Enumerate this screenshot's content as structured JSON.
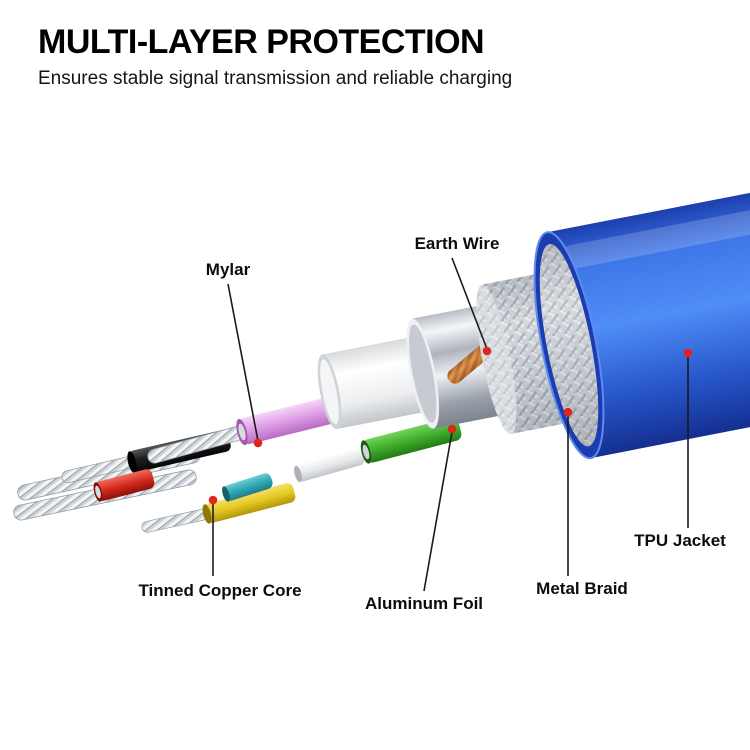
{
  "header": {
    "title": "MULTI-LAYER PROTECTION",
    "subtitle": "Ensures stable signal transmission and reliable charging"
  },
  "diagram": {
    "labels": {
      "mylar": "Mylar",
      "earth_wire": "Earth Wire",
      "tinned_copper_core": "Tinned Copper Core",
      "aluminum_foil": "Aluminum Foil",
      "metal_braid": "Metal Braid",
      "tpu_jacket": "TPU Jacket"
    },
    "colors": {
      "callout_dot": "#e0261b",
      "leader_line": "#1a1a1a",
      "tpu_jacket_blue": "#3a74e8",
      "metal_braid_silver": "#c9ced4",
      "aluminum_foil_silver": "#dfe3e7",
      "mylar_white": "#f2f3f5",
      "earth_wire_copper": "#c97a3a",
      "wire_pink": "#dd9ce3",
      "wire_black": "#222222",
      "wire_red": "#d42a1e",
      "wire_green": "#3fae2c",
      "wire_yellow": "#e5c822",
      "wire_teal": "#2fa8b5",
      "wire_white": "#e9e9eb",
      "tinned_copper_strand": "#d3d7dc"
    }
  }
}
